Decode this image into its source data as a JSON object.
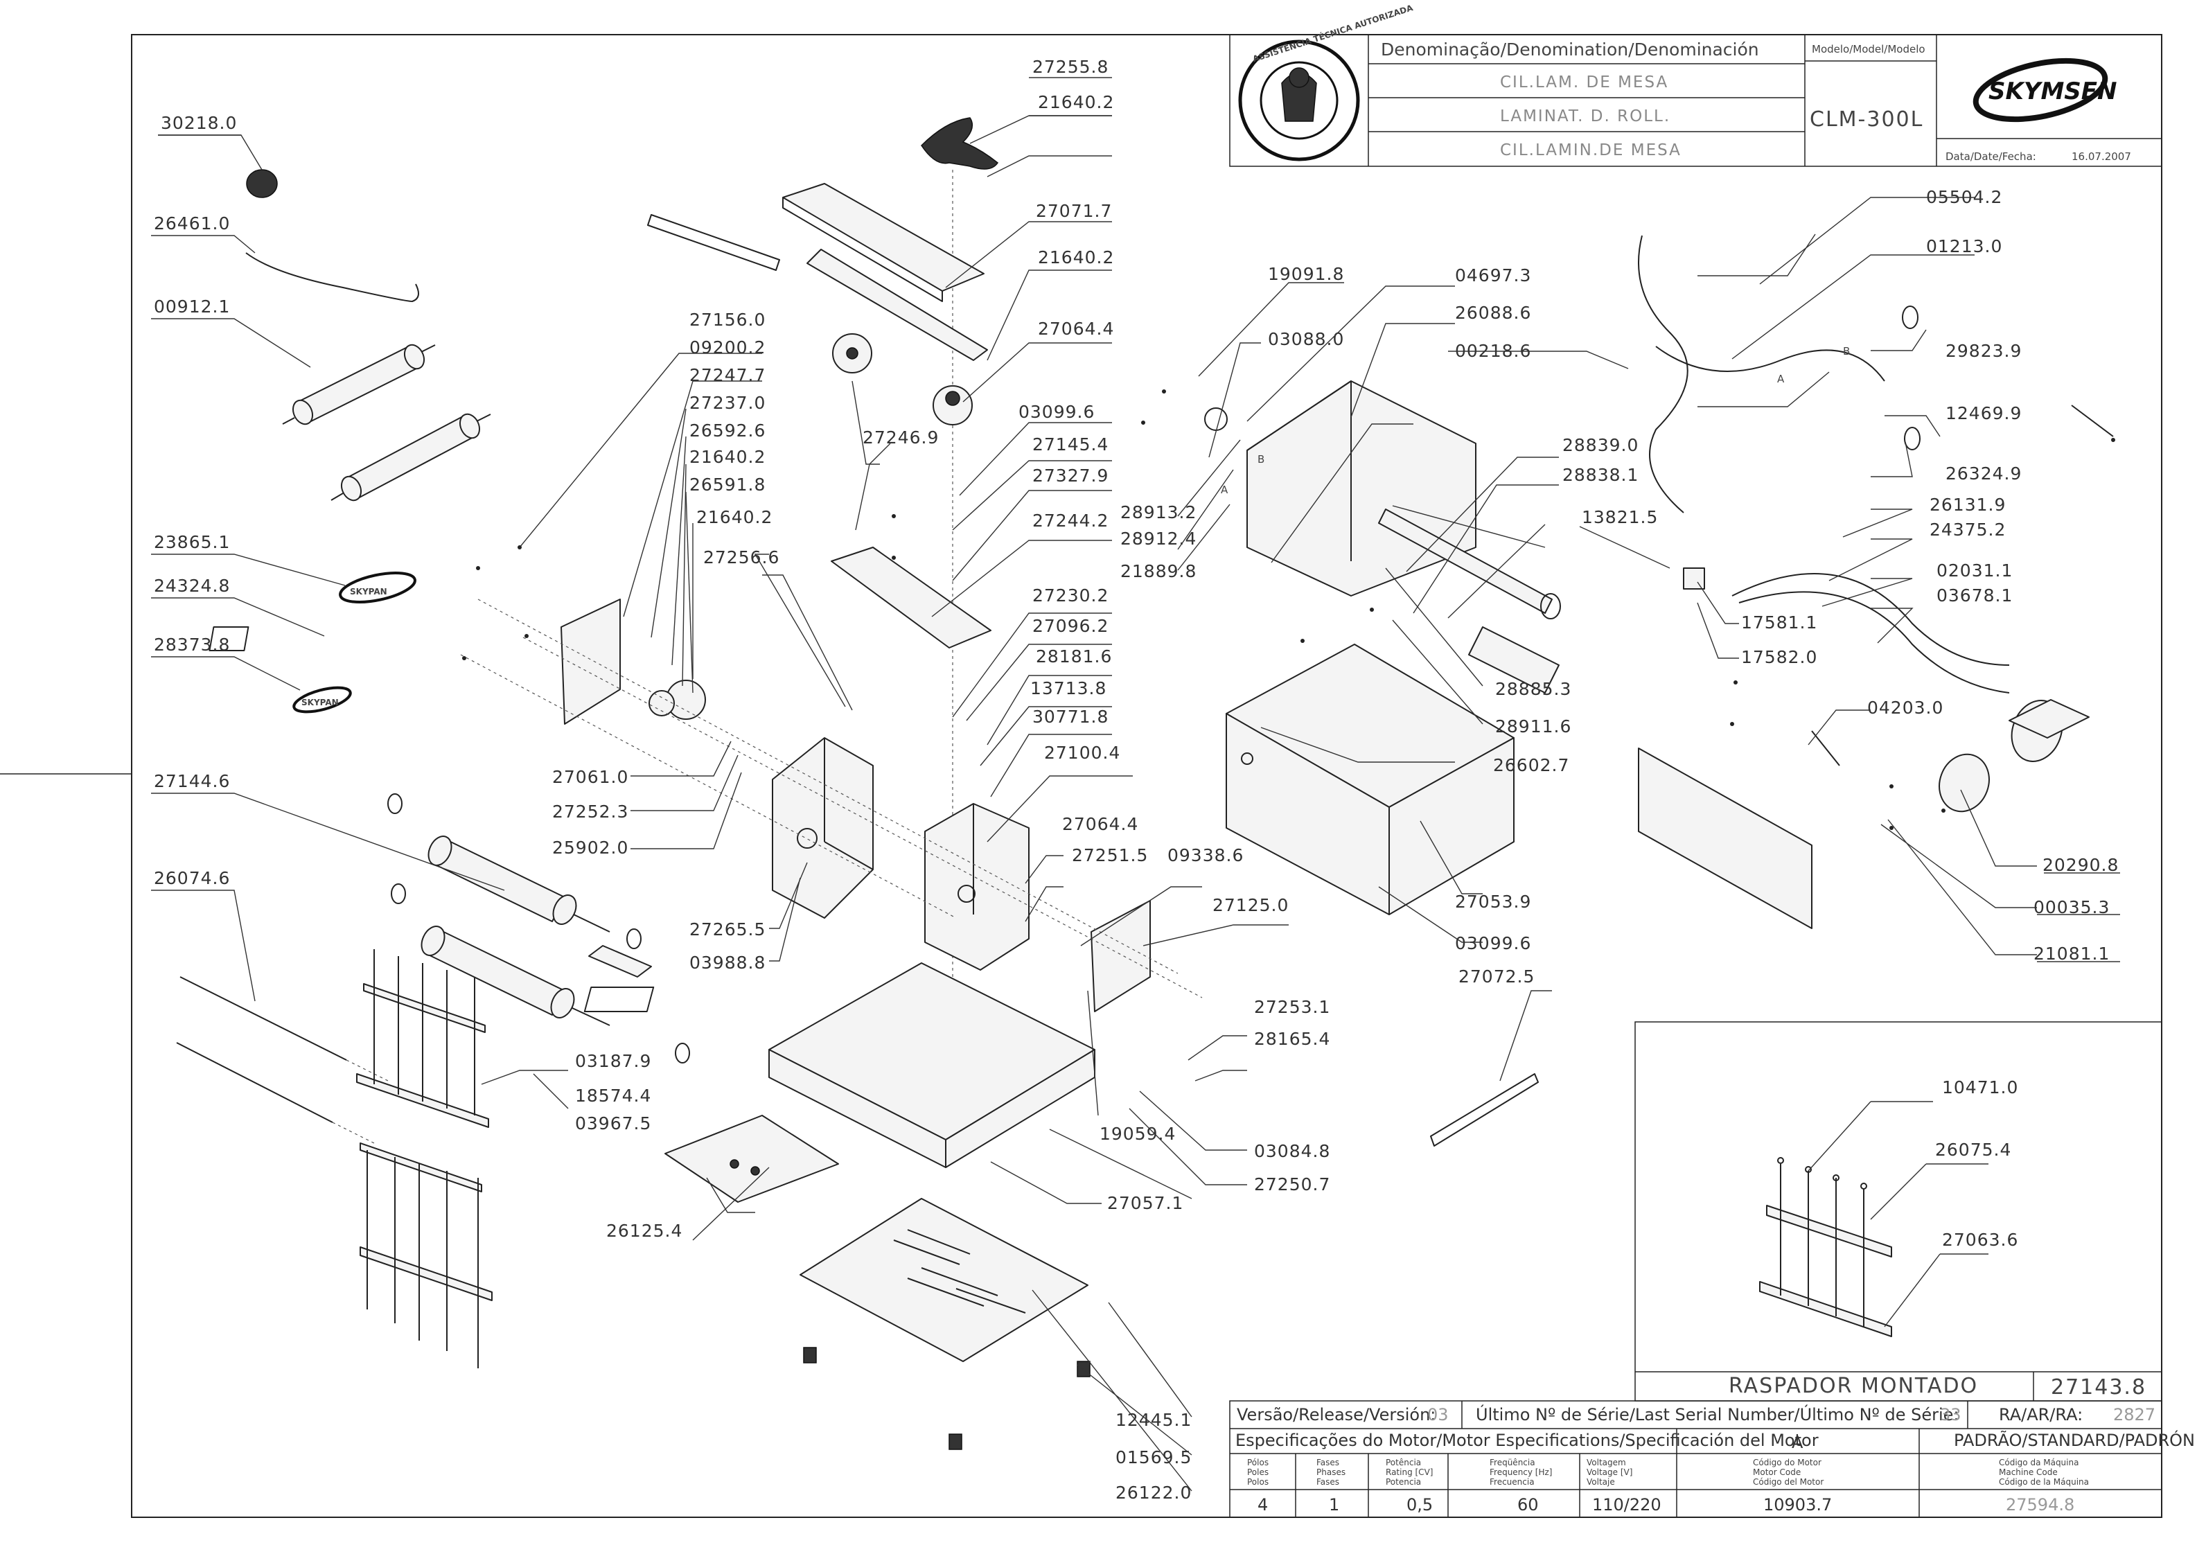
{
  "title_block": {
    "denomination_header": "Denominação/Denomination/Denominación",
    "name_pt": "CIL.LAM. DE MESA",
    "name_en": "LAMINAT. D. ROLL.",
    "name_es": "CIL.LAMIN.DE MESA",
    "model_header": "Modelo/Model/Modelo",
    "model": "CLM-300L",
    "brand": "SKYMSEN",
    "date_label": "Data/Date/Fecha:",
    "date": "16.07.2007",
    "seal_text": "ASSISTÊNCIA TÉCNICA AUTORIZADA"
  },
  "bottom_block": {
    "version_label": "Versão/Release/Versión:",
    "version": "03",
    "serial_label": "Último Nº de Série/Last Serial Number/Último Nº de Série:",
    "serial": "33",
    "ra_label": "RA/AR/RA:",
    "ra": "2827",
    "motor_spec_label": "Especificações do Motor/Motor Especifications/Specificación del Motor",
    "motor_variant": "A",
    "standard_label": "PADRÃO/STANDARD/PADRÓN",
    "columns": [
      {
        "l1": "Pólos",
        "l2": "Poles",
        "l3": "Polos",
        "value": "4"
      },
      {
        "l1": "Fases",
        "l2": "Phases",
        "l3": "Fases",
        "value": "1"
      },
      {
        "l1": "Potência",
        "l2": "Rating [CV]",
        "l3": "Potencia",
        "value": "0,5"
      },
      {
        "l1": "Freqüência",
        "l2": "Frequency [Hz]",
        "l3": "Frecuencia",
        "value": "60"
      },
      {
        "l1": "Voltagem",
        "l2": "Voltage [V]",
        "l3": "Voltaje",
        "value": "110/220"
      },
      {
        "l1": "Código do Motor",
        "l2": "Motor Code",
        "l3": "Código del Motor",
        "value": "10903.7"
      },
      {
        "l1": "Código da Máquina",
        "l2": "Machine Code",
        "l3": "Código de la Máquina",
        "value": "27594.8"
      }
    ]
  },
  "inset": {
    "title": "RASPADOR MONTADO",
    "code": "27143.8",
    "labels": [
      "10471.0",
      "26075.4",
      "27063.6"
    ]
  },
  "diagram": {
    "logo_labels": [
      "SKYPAN",
      "SKYPAN"
    ],
    "wire_labels": [
      "A",
      "B",
      "A",
      "B"
    ],
    "part_labels": [
      "30218.0",
      "26461.0",
      "00912.1",
      "23865.1",
      "24324.8",
      "28373.8",
      "27144.6",
      "26074.6",
      "03187.9",
      "18574.4",
      "27255.8",
      "21640.2",
      "27071.7",
      "21640.2",
      "27064.4",
      "27156.0",
      "09200.2",
      "27247.7",
      "27237.0",
      "26592.6",
      "21640.2",
      "26591.8",
      "21640.2",
      "27246.9",
      "03099.6",
      "27145.4",
      "27327.9",
      "27244.2",
      "27256.6",
      "27230.2",
      "27096.2",
      "28181.6",
      "13713.8",
      "30771.8",
      "27100.4",
      "27061.0",
      "27252.3",
      "25902.0",
      "27265.5",
      "03988.8",
      "27064.4",
      "27251.5",
      "09338.6",
      "27125.0",
      "27253.1",
      "28165.4",
      "19059.4",
      "03084.8",
      "27250.7",
      "03967.5",
      "26125.4",
      "27057.1",
      "12445.1",
      "01569.5",
      "26122.0",
      "19091.8",
      "03088.0",
      "28913.2",
      "28912.4",
      "21889.8",
      "04697.3",
      "26088.6",
      "00218.6",
      "28839.0",
      "28838.1",
      "13821.5",
      "28885.3",
      "28911.6",
      "26602.7",
      "27053.9",
      "03099.6",
      "27072.5",
      "05504.2",
      "01213.0",
      "29823.9",
      "12469.9",
      "26324.9",
      "26131.9",
      "24375.2",
      "02031.1",
      "03678.1",
      "17581.1",
      "17582.0",
      "04203.0",
      "20290.8",
      "00035.3",
      "21081.1"
    ]
  }
}
